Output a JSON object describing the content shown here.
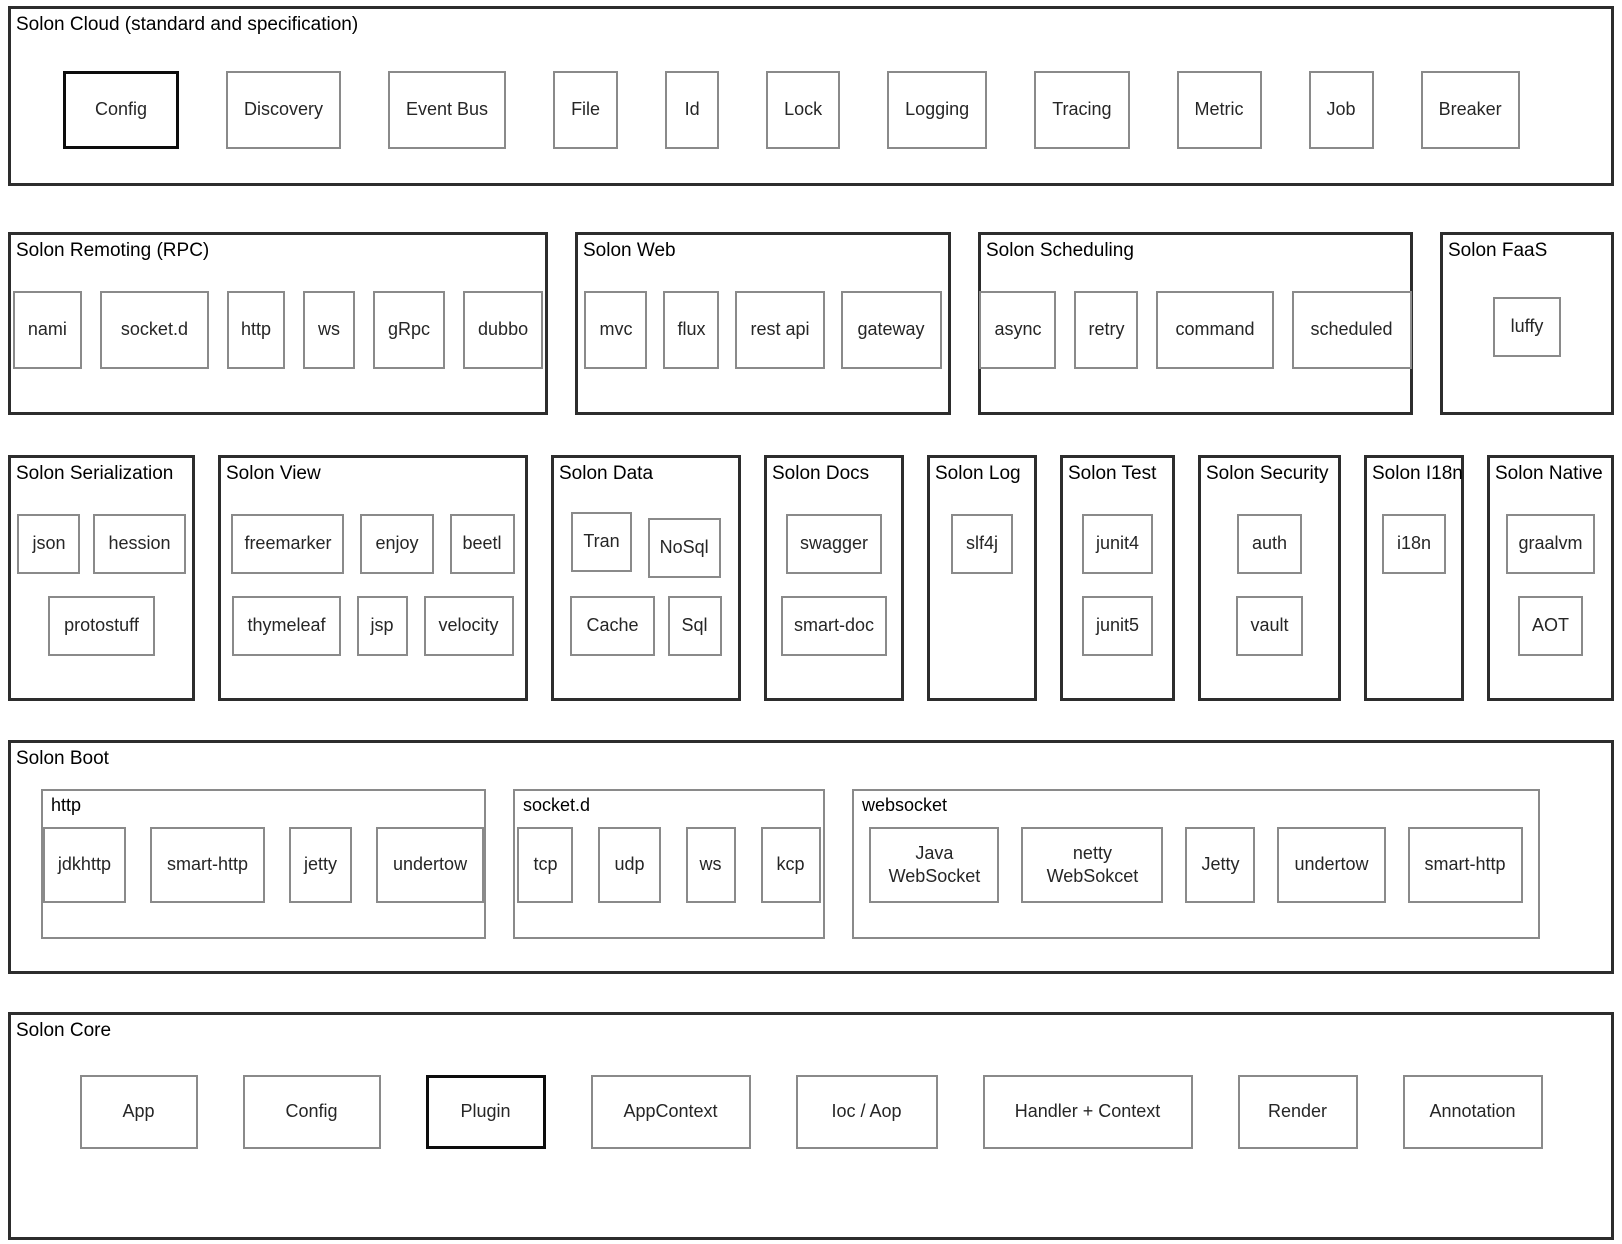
{
  "colors": {
    "section_border": "#2d2d2d",
    "item_border": "#8a8a8a",
    "highlight_border": "#0c0c0c",
    "text": "#262626",
    "background": "#ffffff"
  },
  "cloud": {
    "title": "Solon Cloud (standard and specification)",
    "items": [
      "Config",
      "Discovery",
      "Event Bus",
      "File",
      "Id",
      "Lock",
      "Logging",
      "Tracing",
      "Metric",
      "Job",
      "Breaker"
    ]
  },
  "remoting": {
    "title": "Solon Remoting (RPC)",
    "items": [
      "nami",
      "socket.d",
      "http",
      "ws",
      "gRpc",
      "dubbo"
    ]
  },
  "web": {
    "title": "Solon Web",
    "items": [
      "mvc",
      "flux",
      "rest api",
      "gateway"
    ]
  },
  "scheduling": {
    "title": "Solon Scheduling",
    "items": [
      "async",
      "retry",
      "command",
      "scheduled"
    ]
  },
  "faas": {
    "title": "Solon FaaS",
    "items": [
      "luffy"
    ]
  },
  "serialization": {
    "title": "Solon Serialization",
    "row1": [
      "json",
      "hession"
    ],
    "row2": [
      "protostuff"
    ]
  },
  "view": {
    "title": "Solon View",
    "row1": [
      "freemarker",
      "enjoy",
      "beetl"
    ],
    "row2": [
      "thymeleaf",
      "jsp",
      "velocity"
    ]
  },
  "data": {
    "title": "Solon Data",
    "row1": [
      "Tran",
      "NoSql"
    ],
    "row2": [
      "Cache",
      "Sql"
    ]
  },
  "docs": {
    "title": "Solon Docs",
    "row1": [
      "swagger"
    ],
    "row2": [
      "smart-doc"
    ]
  },
  "log": {
    "title": "Solon Log",
    "row1": [
      "slf4j"
    ]
  },
  "test": {
    "title": "Solon Test",
    "row1": [
      "junit4"
    ],
    "row2": [
      "junit5"
    ]
  },
  "security": {
    "title": "Solon Security",
    "row1": [
      "auth"
    ],
    "row2": [
      "vault"
    ]
  },
  "i18n": {
    "title": "Solon I18n",
    "row1": [
      "i18n"
    ]
  },
  "native": {
    "title": "Solon Native",
    "row1": [
      "graalvm"
    ],
    "row2": [
      "AOT"
    ]
  },
  "boot": {
    "title": "Solon Boot",
    "groups": [
      {
        "title": "http",
        "items": [
          "jdkhttp",
          "smart-http",
          "jetty",
          "undertow"
        ]
      },
      {
        "title": "socket.d",
        "items": [
          "tcp",
          "udp",
          "ws",
          "kcp"
        ]
      },
      {
        "title": "websocket",
        "items": [
          "Java WebSocket",
          "netty WebSokcet",
          "Jetty",
          "undertow",
          "smart-http"
        ]
      }
    ]
  },
  "core": {
    "title": "Solon Core",
    "items": [
      "App",
      "Config",
      "Plugin",
      "AppContext",
      "Ioc / Aop",
      "Handler + Context",
      "Render",
      "Annotation"
    ]
  }
}
